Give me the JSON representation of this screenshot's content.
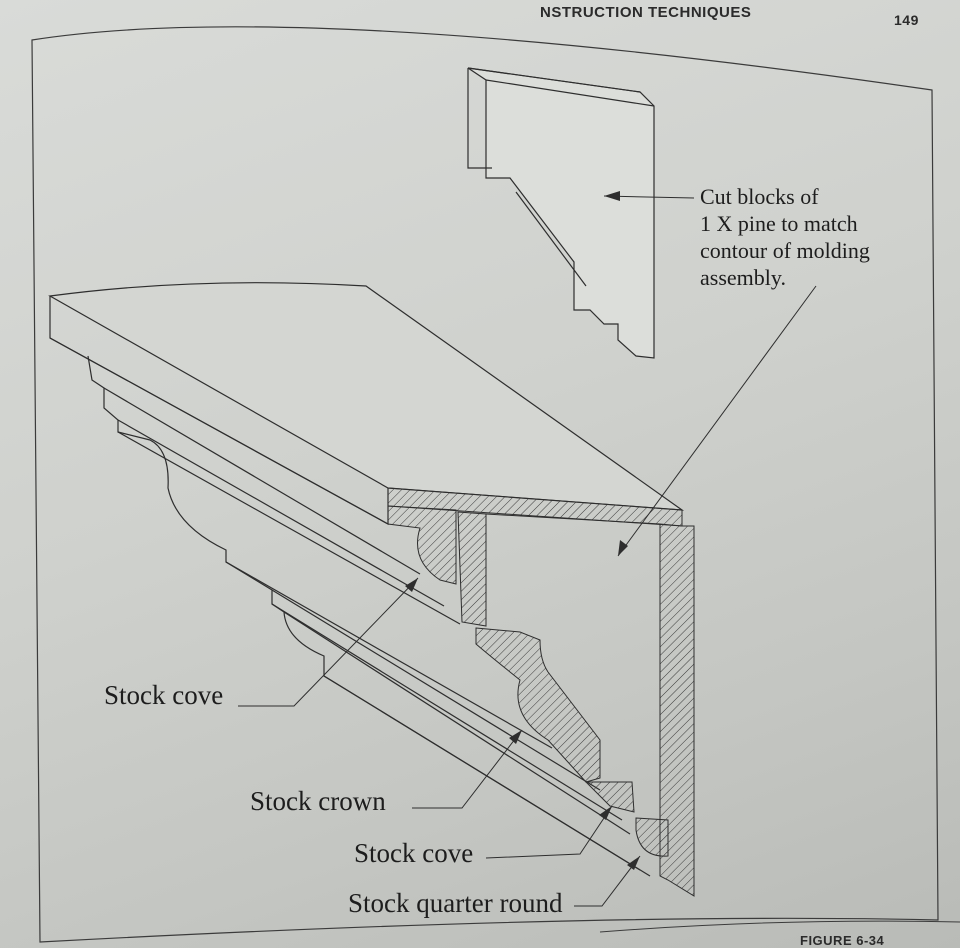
{
  "header": {
    "running_title": "NSTRUCTION TECHNIQUES",
    "page_number": "149"
  },
  "callouts": {
    "cut_blocks_line1": "Cut blocks of",
    "cut_blocks_line2": "1 X pine to match",
    "cut_blocks_line3": "contour of molding",
    "cut_blocks_line4": "assembly.",
    "stock_cove_upper": "Stock cove",
    "stock_crown": "Stock crown",
    "stock_cove_lower": "Stock cove",
    "stock_quarter_round": "Stock quarter round"
  },
  "footer": {
    "figure_label": "FIGURE 6-34"
  }
}
